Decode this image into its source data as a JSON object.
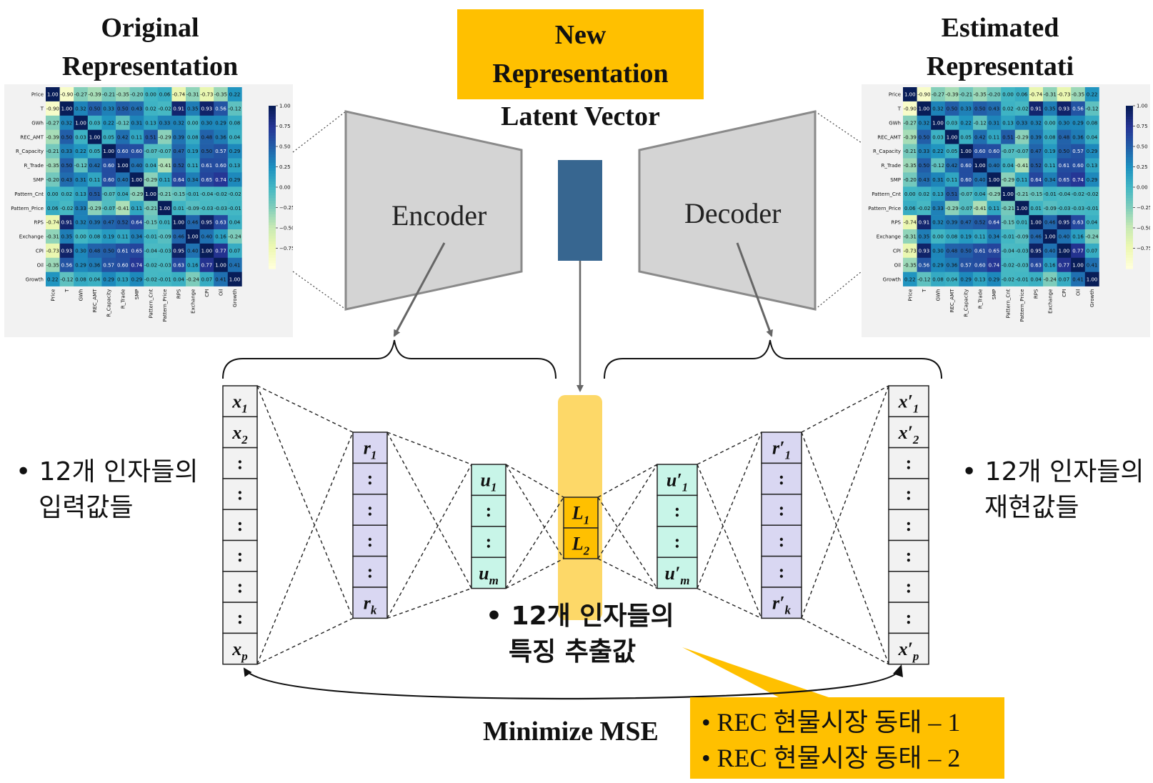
{
  "titles": {
    "original_line1": "Original",
    "original_line2": "Representation",
    "new_line1": "New",
    "new_line2": "Representation",
    "latent": "Latent Vector",
    "estimated_line1": "Estimated",
    "estimated_line2": "Representati"
  },
  "labels": {
    "encoder": "Encoder",
    "decoder": "Decoder",
    "minimize": "Minimize MSE"
  },
  "bullets": {
    "left_line1": "• 12개 인자들의",
    "left_line2": "입력값들",
    "right_line1": "• 12개 인자들의",
    "right_line2": "재현값들",
    "center_line1": "• 12개 인자들의",
    "center_line2": "특징 추출값"
  },
  "callout": {
    "item1": "• REC 현물시장 동태 – 1",
    "item2": "• REC 현물시장 동태 – 2"
  },
  "layers": {
    "input": [
      "x1",
      "x2",
      ":",
      ":",
      ":",
      ":",
      ":",
      ":",
      "xp"
    ],
    "hidden1": [
      "r1",
      ":",
      ":",
      ":",
      ":",
      "rk"
    ],
    "hidden2": [
      "u1",
      ":",
      ":",
      "um"
    ],
    "latent": [
      "L1",
      "L2"
    ],
    "hidden2_out": [
      "u'1",
      ":",
      ":",
      "u'm"
    ],
    "hidden1_out": [
      "r'1",
      ":",
      ":",
      ":",
      ":",
      "r'k"
    ],
    "output": [
      "x'1",
      "x'2",
      ":",
      ":",
      ":",
      ":",
      ":",
      ":",
      "x'p"
    ]
  },
  "colors": {
    "accent": "#ffc000",
    "latent_bar": "#fdd868",
    "latent_vector": "#376690",
    "layer_r": "#d9d7f2",
    "layer_u": "#c8f5e8",
    "layer_x": "#f2f2f2",
    "trapezoid": "#d4d4d4"
  },
  "heatmap": {
    "variables": [
      "Price",
      "T",
      "GWh",
      "REC_AMT",
      "R_Capacity",
      "R_Trade",
      "SMP",
      "Pattern_Cnt",
      "Pattern_Price",
      "RPS",
      "Exchange",
      "CPI",
      "Oil",
      "Growth"
    ],
    "colorbar_ticks": [
      "1.00",
      "0.75",
      "0.50",
      "0.25",
      "0.00",
      "−0.25",
      "−0.50",
      "−0.75"
    ],
    "original": [
      [
        1.0,
        -0.9,
        -0.27,
        -0.39,
        -0.21,
        -0.35,
        -0.2,
        0.0,
        0.06,
        -0.74,
        -0.31,
        -0.73,
        -0.35,
        0.22
      ],
      [
        -0.9,
        1.0,
        0.32,
        0.5,
        0.33,
        0.5,
        0.43,
        0.02,
        -0.02,
        0.91,
        0.35,
        0.93,
        0.56,
        -0.12
      ],
      [
        -0.27,
        0.32,
        1.0,
        0.03,
        0.22,
        -0.12,
        0.31,
        0.13,
        0.33,
        0.32,
        -0.0,
        0.3,
        0.29,
        0.08
      ],
      [
        -0.39,
        0.5,
        0.03,
        1.0,
        0.05,
        0.42,
        0.11,
        0.51,
        -0.29,
        0.39,
        0.08,
        0.48,
        0.36,
        0.04
      ],
      [
        -0.21,
        0.33,
        0.22,
        0.05,
        1.0,
        0.6,
        0.6,
        -0.07,
        -0.07,
        0.47,
        0.19,
        0.5,
        0.57,
        0.29
      ],
      [
        -0.35,
        0.5,
        -0.12,
        0.42,
        0.6,
        1.0,
        0.4,
        0.04,
        -0.41,
        0.52,
        0.11,
        0.61,
        0.6,
        0.13
      ],
      [
        -0.2,
        0.43,
        0.31,
        0.11,
        0.6,
        0.4,
        1.0,
        -0.29,
        0.11,
        0.64,
        0.34,
        0.65,
        0.74,
        0.29
      ],
      [
        0.0,
        0.02,
        0.13,
        0.51,
        -0.07,
        0.04,
        -0.29,
        1.0,
        -0.21,
        -0.15,
        -0.01,
        -0.04,
        -0.02,
        -0.02
      ],
      [
        0.06,
        -0.02,
        0.33,
        -0.29,
        -0.07,
        -0.41,
        0.11,
        -0.21,
        1.0,
        0.01,
        -0.09,
        -0.03,
        -0.03,
        -0.01
      ],
      [
        -0.74,
        0.91,
        0.32,
        0.39,
        0.47,
        0.52,
        0.64,
        -0.15,
        0.01,
        1.0,
        0.46,
        0.95,
        0.63,
        0.04
      ],
      [
        -0.31,
        0.35,
        -0.0,
        0.08,
        0.19,
        0.11,
        0.34,
        -0.01,
        -0.09,
        0.46,
        1.0,
        0.4,
        0.16,
        -0.24
      ],
      [
        -0.73,
        0.93,
        0.3,
        0.48,
        0.5,
        0.61,
        0.65,
        -0.04,
        -0.03,
        0.95,
        0.4,
        1.0,
        0.77,
        0.07
      ],
      [
        -0.35,
        0.56,
        0.29,
        0.36,
        0.57,
        0.6,
        0.74,
        -0.02,
        -0.03,
        0.63,
        0.16,
        0.77,
        1.0,
        0.41
      ],
      [
        0.22,
        -0.12,
        0.08,
        0.04,
        0.29,
        0.13,
        0.29,
        -0.02,
        -0.01,
        0.04,
        -0.24,
        0.07,
        0.41,
        1.0
      ]
    ],
    "estimated": [
      [
        1.0,
        -0.9,
        -0.27,
        -0.39,
        -0.21,
        -0.35,
        -0.2,
        0.0,
        0.06,
        -0.74,
        -0.31,
        -0.73,
        -0.35,
        0.22
      ],
      [
        -0.9,
        1.0,
        0.32,
        0.5,
        0.33,
        0.5,
        0.43,
        0.02,
        -0.02,
        0.91,
        0.35,
        0.93,
        0.56,
        -0.12
      ],
      [
        -0.27,
        0.32,
        1.0,
        0.03,
        0.22,
        -0.12,
        0.31,
        0.13,
        0.33,
        0.32,
        -0.0,
        0.3,
        0.29,
        0.08
      ],
      [
        -0.39,
        0.5,
        0.03,
        1.0,
        0.05,
        0.42,
        0.11,
        0.51,
        -0.29,
        0.39,
        0.08,
        0.48,
        0.36,
        0.04
      ],
      [
        -0.21,
        0.33,
        0.22,
        0.05,
        1.0,
        0.6,
        0.6,
        -0.07,
        -0.07,
        0.47,
        0.19,
        0.5,
        0.57,
        0.29
      ],
      [
        -0.35,
        0.5,
        -0.12,
        0.42,
        0.6,
        1.0,
        0.4,
        0.04,
        -0.41,
        0.52,
        0.11,
        0.61,
        0.6,
        0.13
      ],
      [
        -0.2,
        0.43,
        0.31,
        0.11,
        0.6,
        0.4,
        1.0,
        -0.29,
        0.11,
        0.64,
        0.34,
        0.65,
        0.74,
        0.29
      ],
      [
        0.0,
        0.02,
        0.13,
        0.51,
        -0.07,
        0.04,
        -0.29,
        1.0,
        -0.21,
        -0.15,
        -0.01,
        -0.04,
        -0.02,
        -0.02
      ],
      [
        0.06,
        -0.02,
        0.33,
        -0.29,
        -0.07,
        -0.41,
        0.11,
        -0.21,
        1.0,
        0.01,
        -0.09,
        -0.03,
        -0.03,
        -0.01
      ],
      [
        -0.74,
        0.91,
        0.32,
        0.39,
        0.47,
        0.52,
        0.64,
        -0.15,
        0.01,
        1.0,
        0.46,
        0.95,
        0.63,
        0.04
      ],
      [
        -0.31,
        0.35,
        -0.0,
        0.08,
        0.19,
        0.11,
        0.34,
        -0.01,
        -0.09,
        0.46,
        1.0,
        0.4,
        0.16,
        -0.24
      ],
      [
        -0.73,
        0.93,
        0.3,
        0.48,
        0.5,
        0.61,
        0.65,
        -0.04,
        -0.03,
        0.95,
        0.4,
        1.0,
        0.77,
        0.07
      ],
      [
        -0.35,
        0.56,
        0.29,
        0.36,
        0.57,
        0.6,
        0.74,
        -0.02,
        -0.03,
        0.63,
        0.16,
        0.77,
        1.0,
        0.41
      ],
      [
        0.22,
        -0.12,
        0.08,
        0.04,
        0.29,
        0.13,
        0.29,
        -0.02,
        -0.01,
        0.04,
        -0.24,
        0.07,
        0.41,
        1.0
      ]
    ]
  }
}
